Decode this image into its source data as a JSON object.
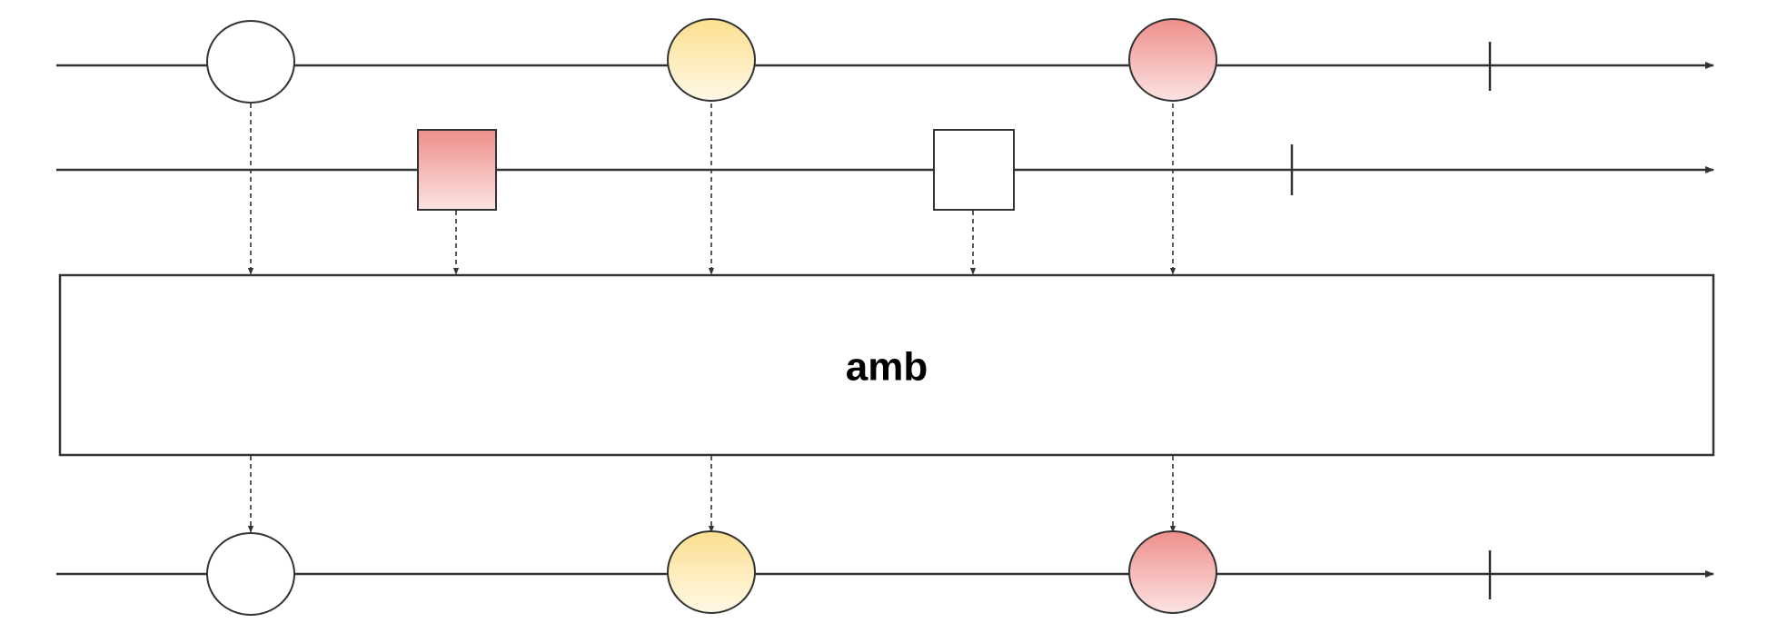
{
  "diagram": {
    "kind": "marble-diagram",
    "operator": {
      "label": "amb"
    },
    "colors": {
      "line": "#333333",
      "marble_white": "#ffffff",
      "marble_yellow_top": "#fbdf8f",
      "marble_yellow_bottom": "#fff8e6",
      "marble_red_top": "#ee8f8c",
      "marble_red_bottom": "#fbe3e2",
      "operator_box": "#ffffff"
    },
    "input_streams": [
      {
        "id": "source-1",
        "items": [
          {
            "shape": "circle",
            "color": "white"
          },
          {
            "shape": "circle",
            "color": "yellow"
          },
          {
            "shape": "circle",
            "color": "red"
          }
        ],
        "completes": true
      },
      {
        "id": "source-2",
        "items": [
          {
            "shape": "square",
            "color": "red"
          },
          {
            "shape": "square",
            "color": "white"
          }
        ],
        "completes": true
      }
    ],
    "output_stream": {
      "id": "result",
      "items": [
        {
          "shape": "circle",
          "color": "white"
        },
        {
          "shape": "circle",
          "color": "yellow"
        },
        {
          "shape": "circle",
          "color": "red"
        }
      ],
      "completes": true
    }
  }
}
